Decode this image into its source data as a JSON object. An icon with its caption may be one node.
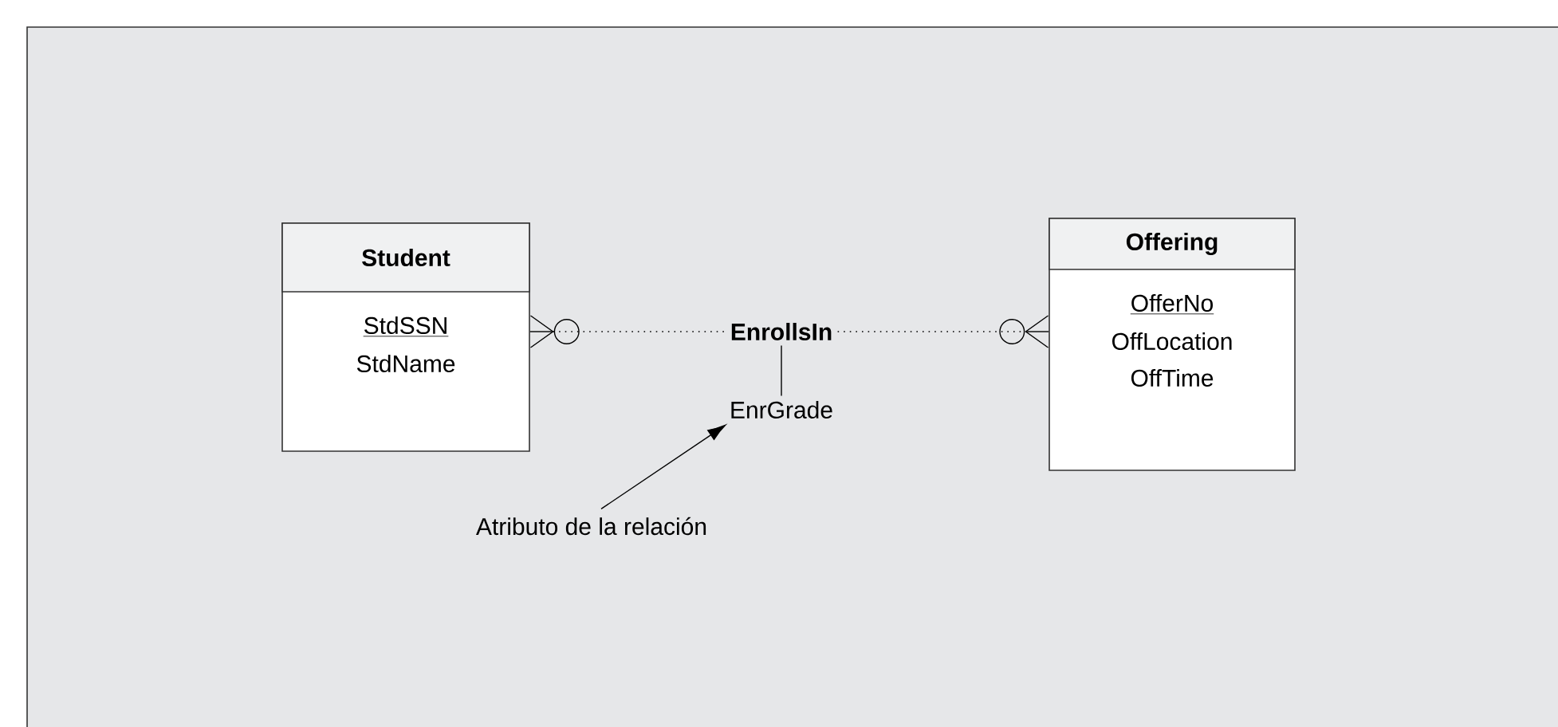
{
  "diagram": {
    "nodes": [
      {
        "text": [
          "Student",
          "StdSSN",
          "StdName"
        ]
      },
      {
        "text": [
          "Offering",
          "OfferNo",
          "OffLocation",
          "OffTime"
        ]
      },
      {
        "text": [
          "EnrollsIn"
        ]
      },
      {
        "text": [
          "EnrGrade"
        ]
      },
      {
        "text": [
          "Atributo de la relación"
        ]
      }
    ],
    "edges": [
      {
        "from": 0,
        "to": 2,
        "arrow": "other",
        "style": "dashed"
      },
      {
        "from": 2,
        "to": 1,
        "arrow": "other",
        "style": "dashed"
      },
      {
        "from": 2,
        "to": 3,
        "arrow": "none"
      },
      {
        "from": 4,
        "to": 3,
        "arrow": "to"
      }
    ]
  }
}
